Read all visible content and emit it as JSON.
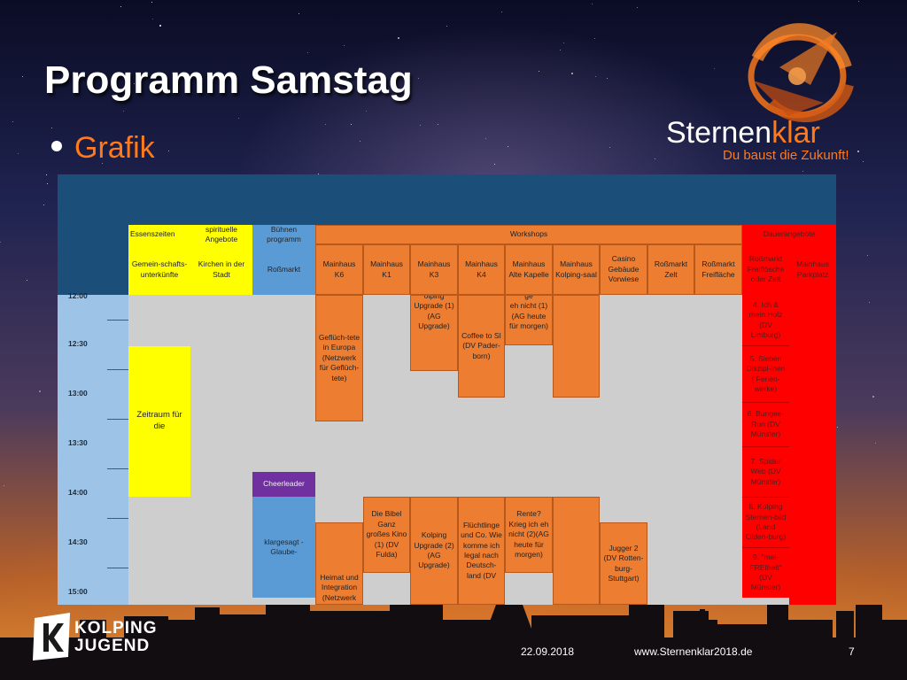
{
  "slide": {
    "title": "Programm Samstag",
    "bullet": "Grafik",
    "date": "22.09.2018",
    "url": "www.Sternenklar2018.de",
    "page": "7"
  },
  "brand": {
    "name_part1": "Sternen",
    "name_part2": "klar",
    "slogan": "Du baust die Zukunft!",
    "icon": "comet-ring-logo"
  },
  "kolping": {
    "line1": "KOLPING",
    "line2": "JUGEND",
    "icon": "kolping-k-logo"
  },
  "colors": {
    "orange": "#ed7d31",
    "red": "#fe0000",
    "yellow": "#ffff00",
    "blue": "#5b9bd5",
    "purple": "#7030a0",
    "gray": "#cecece",
    "header_navy": "#1b4f7a"
  },
  "schedule": {
    "categories": {
      "essen": "Essenszeiten",
      "spirituell": "spirituelle Angebote",
      "buehne": "Bühnen programm",
      "workshops": "Workshops",
      "dauer": "Dauerangebote"
    },
    "venues": {
      "essen": "Gemein-schafts-unterkünfte",
      "spirituell": "Kirchen in der Stadt",
      "buehne": "Roßmarkt",
      "w1": "Mainhaus K6",
      "w2": "Mainhaus K1",
      "w3": "Mainhaus K3",
      "w4": "Mainhaus K4",
      "w5": "Mainhaus Alte Kapelle",
      "w6": "Mainhaus Kolping-saal",
      "w7": "Casino Gebäude Vorwiese",
      "w8": "Roßmarkt Zelt",
      "w9": "Roßmarkt Freifläche",
      "d1": "Roßmarkt Freiflösche oder Zelt",
      "d2": "Mainhaus Parkplatz"
    },
    "times": [
      "12:00",
      "12:30",
      "13:00",
      "13:30",
      "14:00",
      "14:30",
      "15:00"
    ],
    "events": {
      "zeitraum": "Zeitraum für die",
      "cheerleader": "Cheerleader",
      "klargesagt": "klargesagt -Glaube-",
      "gefluechtete": "Geflüch-tete in Europa (Netzwerk für Geflüch-tete)",
      "upgrade1": "Upgrade (1) (AG Upgrade)",
      "upgrade1_cut": "olping",
      "coffee": "Coffee to SI (DV Pader-born)",
      "krieg1": "eh nicht (1) (AG heute für morgen)",
      "krieg1_cut": "ge",
      "bibel": "Die Bibel Ganz großes Kino (1) (DV Fulda)",
      "upgrade2": "Kolping Upgrade (2) (AG Upgrade)",
      "fluechtlinge": "Flüchtlinge und Co. Wie komme ich legal nach Deutsch-land (DV",
      "rente": "Rente? Krieg ich eh nicht (2)(AG heute für morgen)",
      "jugger": "Jugger 2 (DV Rotten-burg-Stuttgart)",
      "heimat": "Heimat und Integration (Netzwerk",
      "dauer4": "4. Ich & mein Holz (DV Limburg)",
      "dauer5": "5. Sieben Diszipl-inen ( Ferien-werke)",
      "dauer6": "6. Bungee-Run (DV Münster)",
      "dauer7": "7. Spider Web (DV Münster)",
      "dauer8": "8. Kolping Sternen-bild (Land Olden-burg)",
      "dauer9": "9. \"mei-FREIheit\" (DV Münster)"
    }
  }
}
